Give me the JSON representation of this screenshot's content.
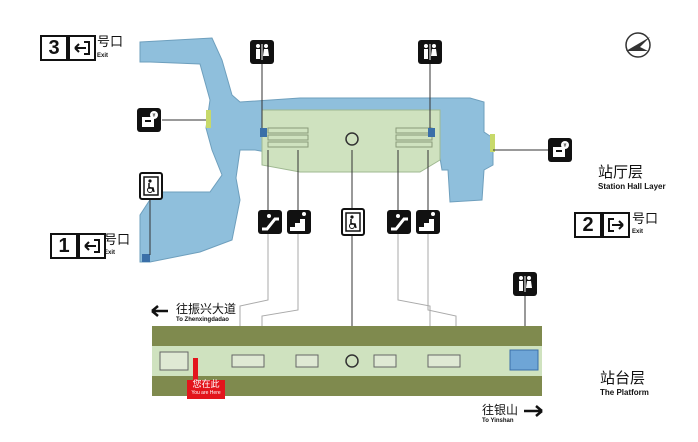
{
  "colors": {
    "concourse": "#8fbfdc",
    "paid_area": "#cfe2bf",
    "platform_edge": "#7f8a4e",
    "platform_floor": "#cfe2bf",
    "you_are_here": "#e3151c",
    "pictogram": "#111111"
  },
  "exits": [
    {
      "number": "3",
      "label_cn": "号口",
      "label_en": "Exit",
      "icon": "exit-left-icon"
    },
    {
      "number": "1",
      "label_cn": "号口",
      "label_en": "Exit",
      "icon": "exit-left-icon"
    },
    {
      "number": "2",
      "label_cn": "号口",
      "label_en": "Exit",
      "icon": "exit-right-icon"
    }
  ],
  "layers": {
    "hall": {
      "cn": "站厅层",
      "en": "Station Hall Layer"
    },
    "platform": {
      "cn": "站台层",
      "en": "The Platform"
    }
  },
  "directions": {
    "left": {
      "cn": "往振兴大道",
      "en": "To Zhenxingdadao",
      "icon": "arrow-left-icon"
    },
    "right": {
      "cn": "往银山",
      "en": "To Yinshan",
      "icon": "arrow-right-icon"
    }
  },
  "you_are_here": {
    "cn": "您在此",
    "en": "You are Here"
  },
  "icons": [
    "north-arrow-icon",
    "toilet-icon",
    "ticket-machine-icon",
    "escalator-icon",
    "stairs-icon",
    "elevator-icon",
    "accessible-elevator-icon"
  ]
}
